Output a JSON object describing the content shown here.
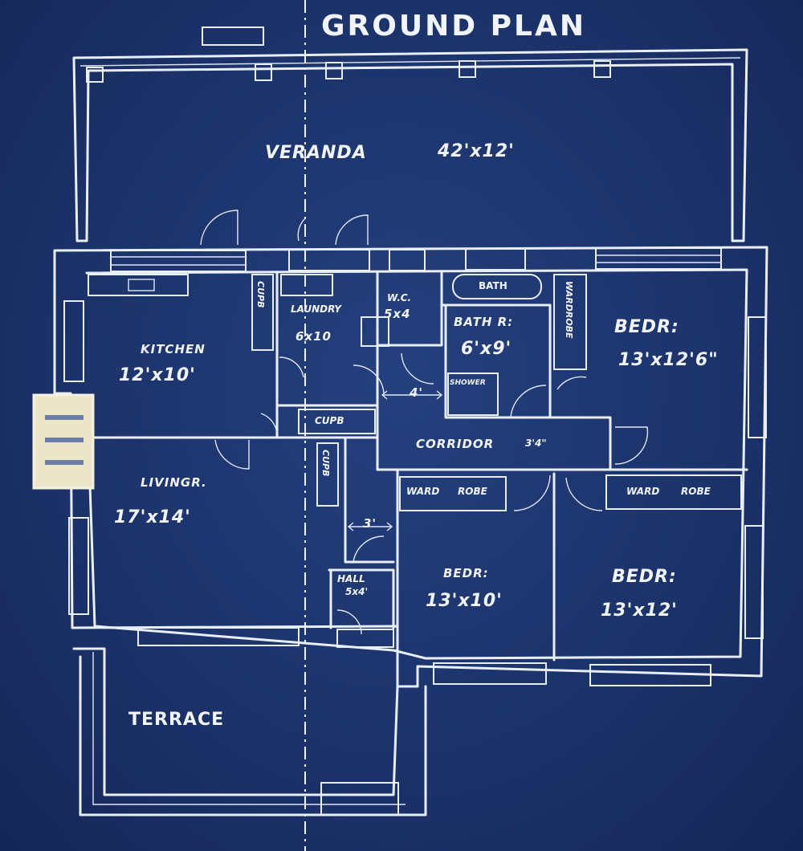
{
  "title": "GROUND PLAN",
  "rooms": {
    "veranda": {
      "name": "VERANDA",
      "size": "42'x12'"
    },
    "kitchen": {
      "name": "KITCHEN",
      "size": "12'x10'"
    },
    "laundry": {
      "name": "LAUNDRY",
      "size": "6x10"
    },
    "wc": {
      "name": "W.C.",
      "size": "5x4"
    },
    "bath_fixture": "BATH",
    "bathroom": {
      "name": "BATH R:",
      "size": "6'x9'"
    },
    "shower": "SHOWER",
    "bed_ne": {
      "name": "BEDR:",
      "size": "13'x12'6\""
    },
    "living": {
      "name": "LIVINGR.",
      "size": "17'x14'"
    },
    "corridor": {
      "name": "CORRIDOR",
      "width": "3'4\""
    },
    "bed_mid": {
      "name": "BEDR:",
      "size": "13'x10'"
    },
    "bed_se": {
      "name": "BEDR:",
      "size": "13'x12'"
    },
    "hall": {
      "name": "HALL",
      "size": "5x4'"
    },
    "terrace": {
      "name": "TERRACE"
    }
  },
  "fixtures": {
    "cupb_kitchen": "CUPB",
    "cupb_laundry": "CUPB",
    "cupb_living": "CUPB",
    "wardrobe_ne": "WARDROBE",
    "wardrobe_mid": [
      "WARD",
      "ROBE"
    ],
    "wardrobe_se": [
      "WARD",
      "ROBE"
    ]
  },
  "dimensions": {
    "laundry_passage": "4'",
    "hall_passage": "3'"
  },
  "colors": {
    "paper": "#1c336b",
    "ink": "#e9eefb"
  }
}
